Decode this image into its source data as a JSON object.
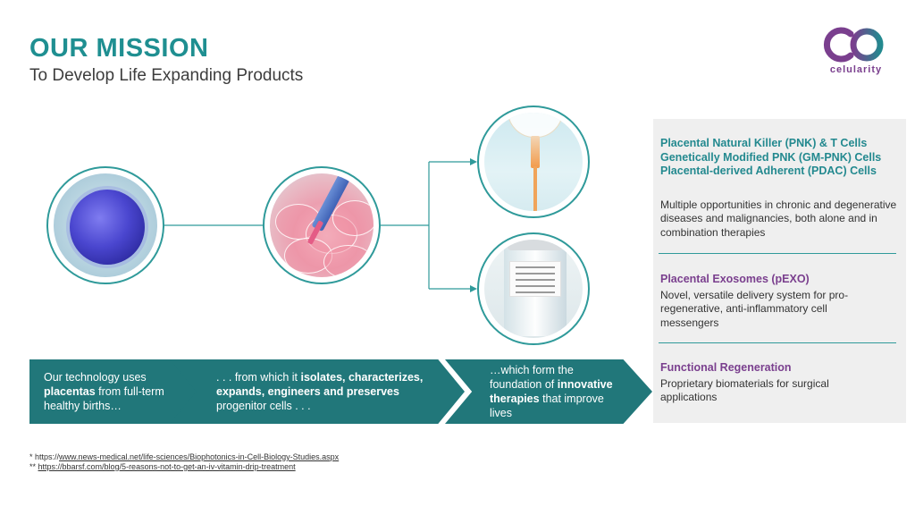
{
  "header": {
    "title": "OUR MISSION",
    "subtitle": "To Develop Life Expanding Products"
  },
  "logo": {
    "name": "celularity",
    "colors": {
      "purple": "#7a3f8e",
      "teal": "#23898f"
    }
  },
  "images": [
    {
      "name": "cell-image"
    },
    {
      "name": "petri-dish-pipette-image"
    },
    {
      "name": "iv-drip-image"
    },
    {
      "name": "vial-image"
    }
  ],
  "process": {
    "step1": {
      "pre": "Our technology uses ",
      "bold": "placentas",
      "post": " from full-term healthy births…"
    },
    "step2": {
      "pre": ". . . from which it ",
      "bold1": "isolates,  characterizes,",
      "bold2": "expands, engineers and preserves",
      "post": " progenitor cells . . ."
    },
    "step3": {
      "pre": "…which form the foundation of ",
      "bold": "innovative therapies",
      "post": " that improve lives"
    }
  },
  "panel": {
    "section1": {
      "heading_lines": [
        "Placental Natural Killer (PNK) & T Cells",
        "Genetically Modified PNK (GM-PNK) Cells",
        "Placental-derived Adherent (PDAC) Cells"
      ],
      "body": "Multiple opportunities in chronic and degenerative diseases and malignancies, both alone and in combination therapies"
    },
    "section2": {
      "heading": "Placental Exosomes (pEXO)",
      "body": "Novel, versatile delivery system for pro-regenerative, anti-inflammatory cell messengers"
    },
    "section3": {
      "heading": "Functional Regeneration",
      "body": "Proprietary biomaterials for surgical applications"
    }
  },
  "references": [
    {
      "prefix": "* https://",
      "link": "www.news-medical.net/life-sciences/Biophotonics-in-Cell-Biology-Studies.aspx"
    },
    {
      "prefix": "** ",
      "link": "https://bbarsf.com/blog/5-reasons-not-to-get-an-iv-vitamin-drip-treatment"
    }
  ],
  "colors": {
    "brand_teal": "#1f8f91",
    "chevron": "#21777a",
    "panel_bg": "#efefef"
  }
}
